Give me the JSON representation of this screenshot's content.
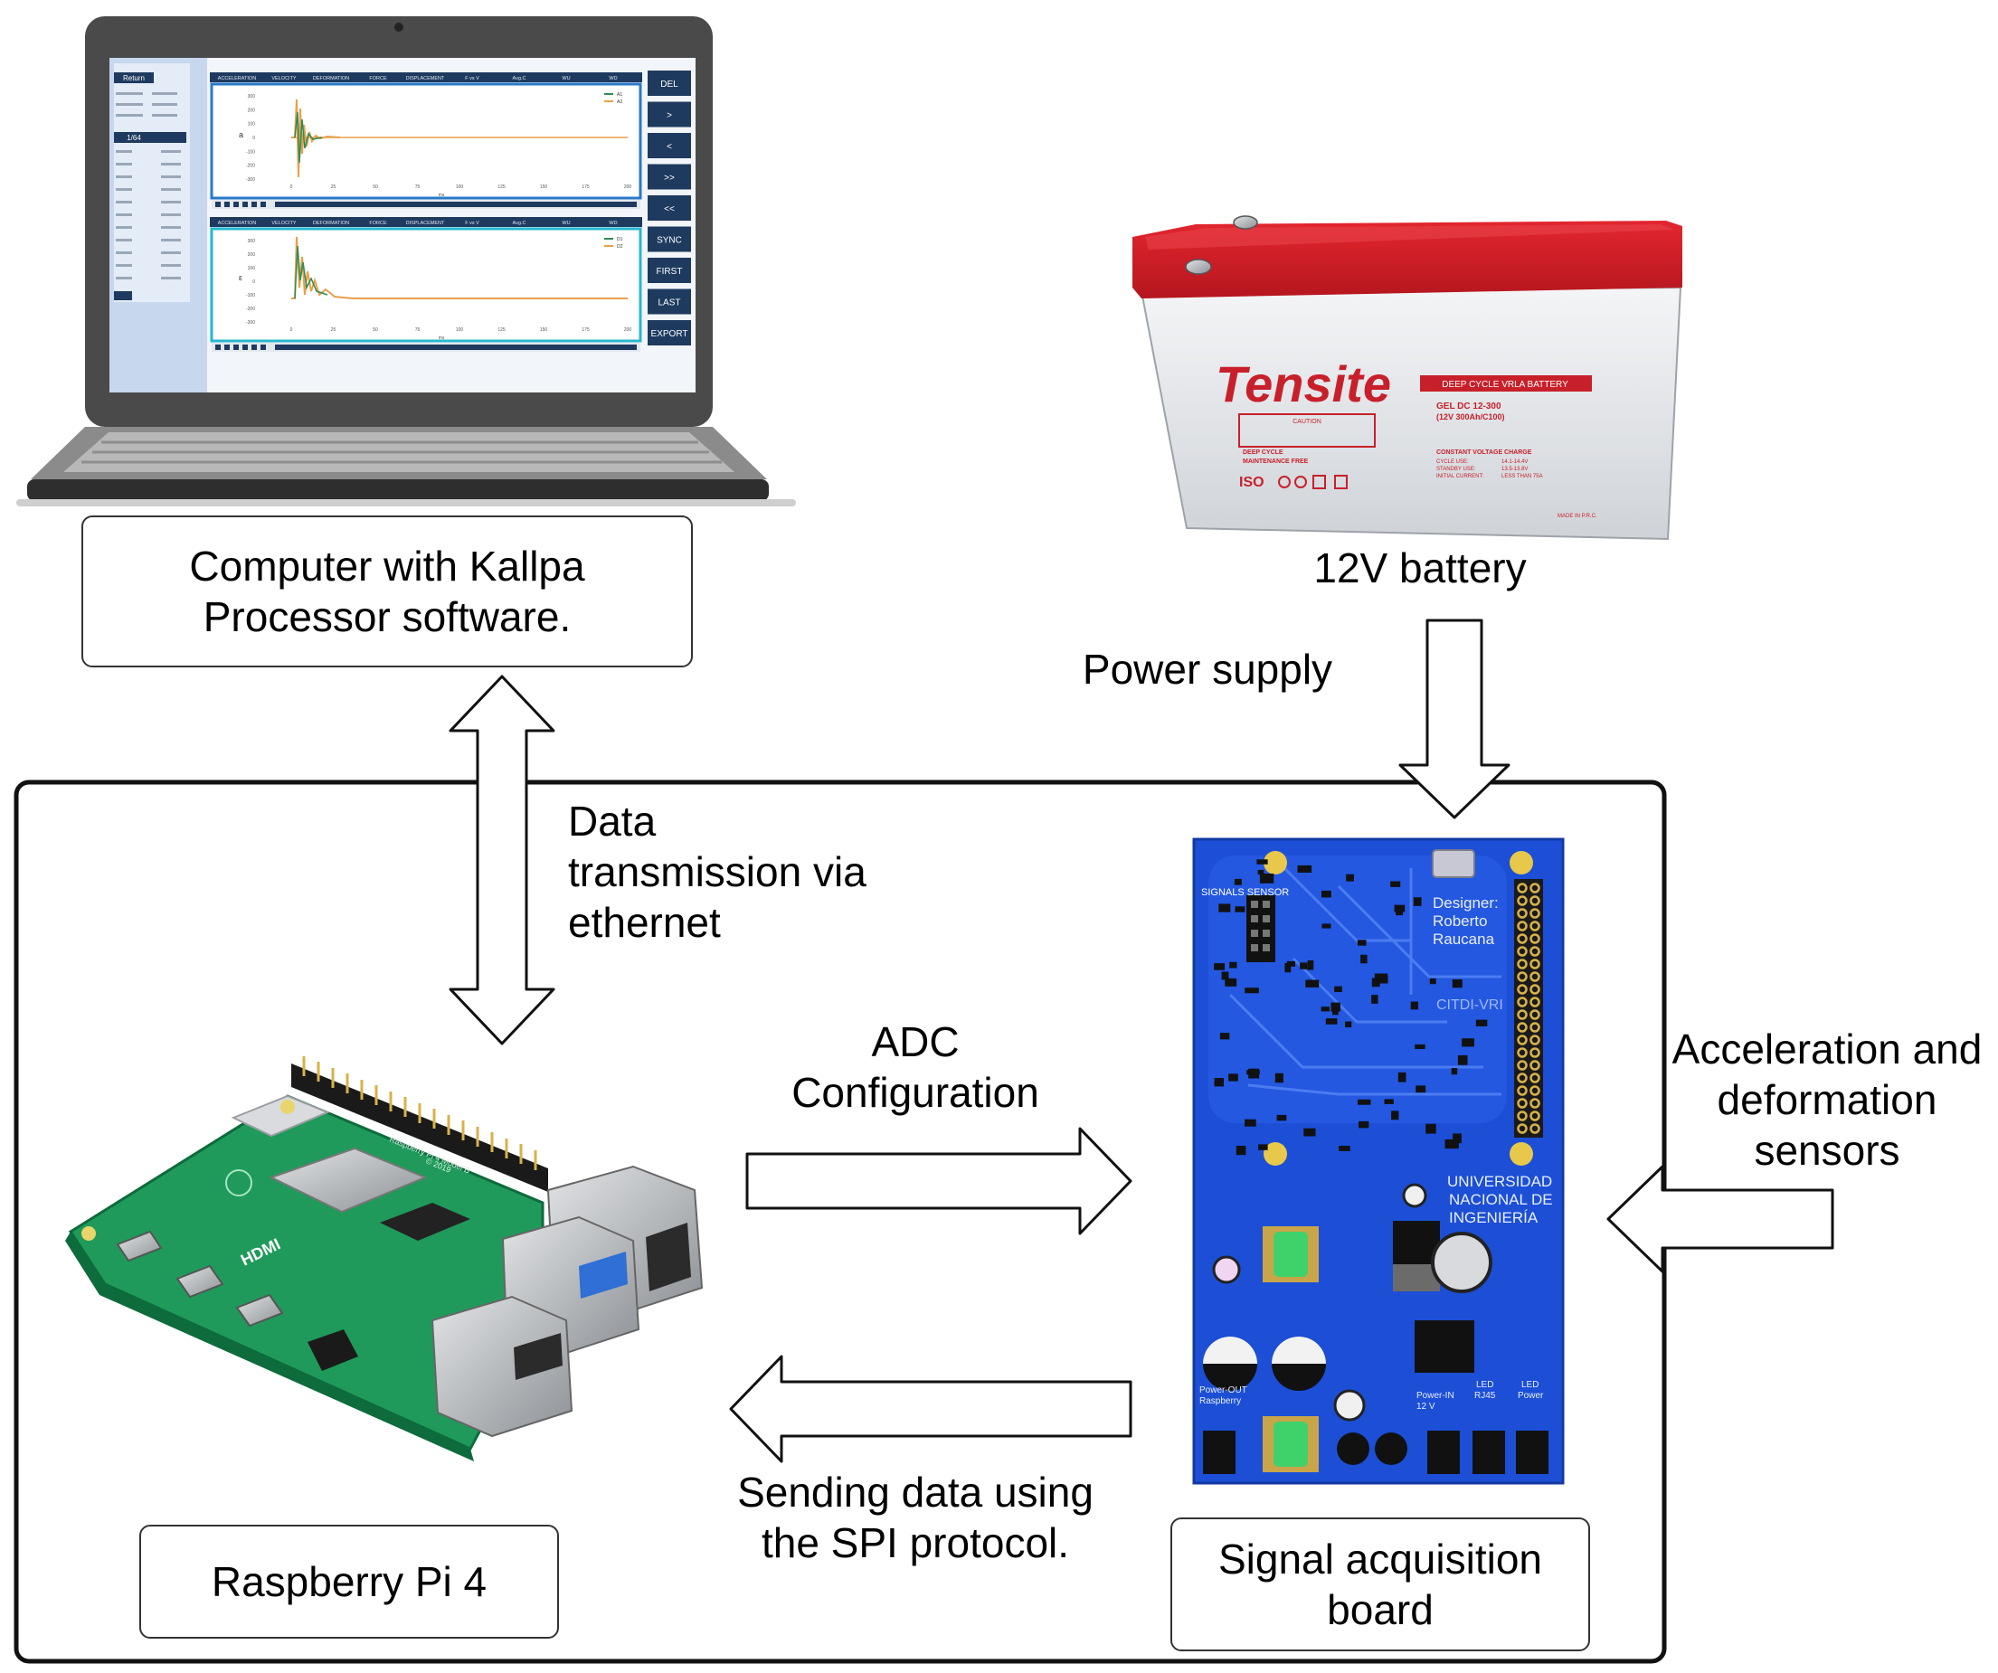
{
  "labels": {
    "computer": "Computer with Kallpa Processor software.",
    "battery": "12V battery",
    "power_supply": "Power supply",
    "data_transmission": "Data transmission via ethernet",
    "adc_configuration": "ADC Configuration",
    "sending_data": "Sending data using the SPI protocol.",
    "sensors": "Acceleration and deformation sensors",
    "raspberry": "Raspberry Pi 4",
    "board": "Signal acquisition board"
  },
  "software": {
    "return_button": "Return",
    "file_counter": "1/64",
    "tabs": [
      "ACCELERATION",
      "VELOCITY",
      "DEFORMATION",
      "FORCE",
      "DISPLACEMENT",
      "F vs V",
      "Avg.C",
      "WU",
      "WD"
    ],
    "side_buttons": [
      "DEL",
      ">",
      "<",
      ">>",
      "<<",
      "SYNC",
      "FIRST",
      "LAST",
      "EXPORT"
    ],
    "plot_top_ylabel": "a",
    "plot_bottom_ylabel": "ε",
    "plot_top_legend": [
      "A1",
      "A2"
    ],
    "plot_bottom_legend": [
      "D1",
      "D2"
    ],
    "y_ticks": [
      "300",
      "200",
      "100",
      "0",
      "-100",
      "-200",
      "-300"
    ],
    "x_ticks": [
      "0",
      "25",
      "50",
      "75",
      "100",
      "125",
      "150",
      "175",
      "200"
    ],
    "x_unit": "ms"
  },
  "battery_print": {
    "brand": "Tensite",
    "banner": "DEEP CYCLE VRLA BATTERY",
    "model": "GEL DC 12-300",
    "rating": "(12V 300Ah/C100)",
    "caution": "CAUTION",
    "deep_cycle": "DEEP CYCLE",
    "maintenance": "MAINTENANCE FREE",
    "charge_title": "CONSTANT VOLTAGE CHARGE",
    "cycle_use": "CYCLE USE:",
    "cycle_value": "14.1-14.4V",
    "standby_use": "STANDBY USE:",
    "standby_value": "13.5-13.8V",
    "initial_current": "INITIAL CURRENT:",
    "initial_value": "LESS THAN 75A",
    "made_in": "MADE IN P.R.C.",
    "iso": "ISO"
  },
  "board_print": {
    "signals_sensor": "SIGNALS SENSOR",
    "designer": "Designer:",
    "designer_name1": "Roberto",
    "designer_name2": "Raucana",
    "citdi": "CITDI-VRI",
    "university1": "UNIVERSIDAD",
    "university2": "NACIONAL DE",
    "university3": "INGENIERÍA",
    "power_out": "Power-OUT",
    "power_out2": "Raspberry",
    "power_in": "Power-IN",
    "power_in2": "12 V",
    "led_rj45": "LED",
    "led_rj45_2": "RJ45",
    "led_power": "LED",
    "led_power_2": "Power"
  },
  "pi_print": {
    "hdmi": "HDMI",
    "year": "© 2019",
    "model": "Raspberry Pi 4 Model B"
  },
  "colors": {
    "outline": "#1a1a1a",
    "software_accent": "#1e3a5f",
    "battery_red": "#d2202a",
    "battery_body": "#e9ebee",
    "pcb_blue": "#1c4fd6",
    "pi_green": "#1f9a5a"
  }
}
